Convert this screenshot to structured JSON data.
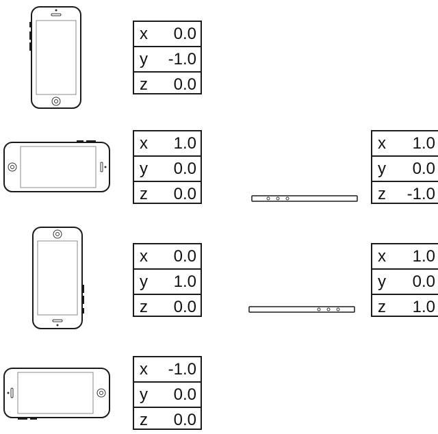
{
  "rows": [
    {
      "id": "portrait",
      "table": {
        "x": "0.0",
        "y": "-1.0",
        "z": "0.0"
      }
    },
    {
      "id": "landscape-left",
      "table": {
        "x": "1.0",
        "y": "0.0",
        "z": "0.0"
      }
    },
    {
      "id": "portrait-upside-down",
      "table": {
        "x": "0.0",
        "y": "1.0",
        "z": "0.0"
      }
    },
    {
      "id": "landscape-right",
      "table": {
        "x": "-1.0",
        "y": "0.0",
        "z": "0.0"
      }
    }
  ],
  "flat": [
    {
      "id": "face-up",
      "table": {
        "x": "1.0",
        "y": "0.0",
        "z": "-1.0"
      }
    },
    {
      "id": "face-down",
      "table": {
        "x": "1.0",
        "y": "0.0",
        "z": "1.0"
      }
    }
  ]
}
